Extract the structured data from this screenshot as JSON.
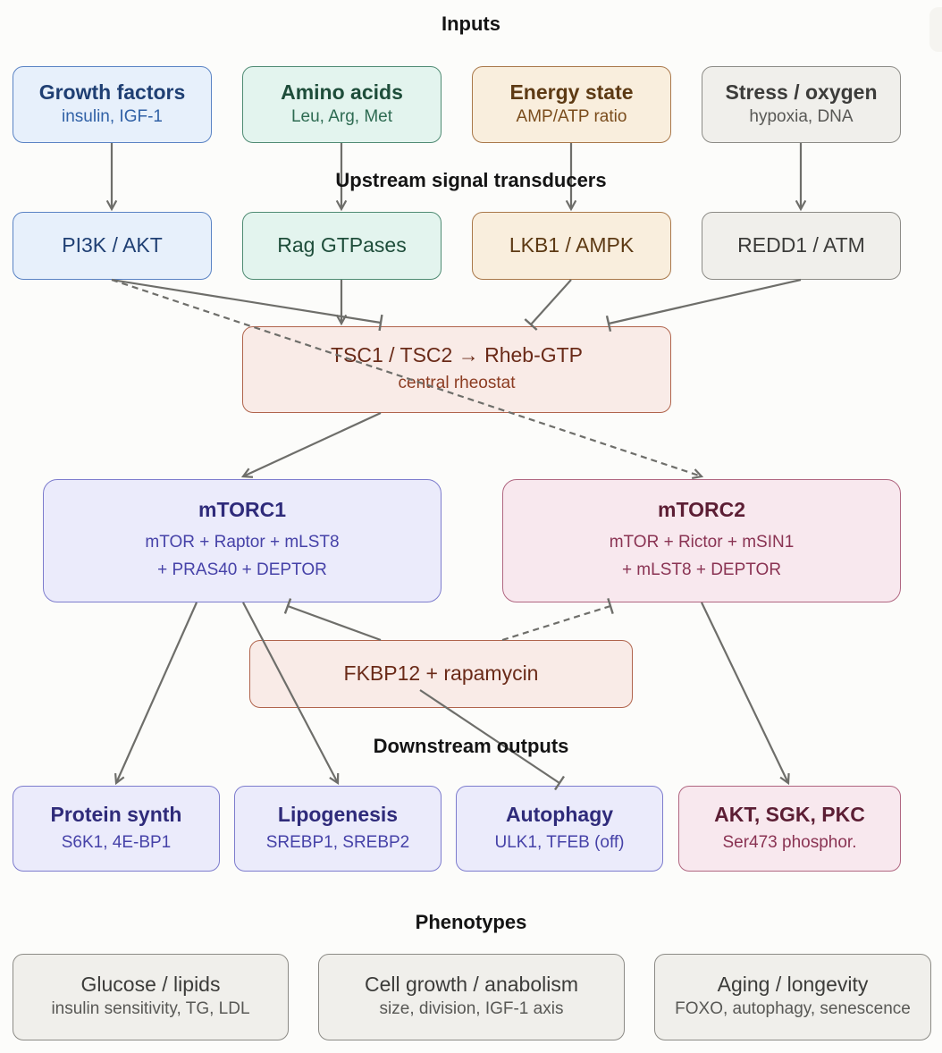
{
  "sections": {
    "inputs": "Inputs",
    "upstream": "Upstream signal transducers",
    "downstream": "Downstream outputs",
    "phenotypes": "Phenotypes"
  },
  "nodes": {
    "growth_factors": {
      "title": "Growth factors",
      "sub": "insulin, IGF-1"
    },
    "amino_acids": {
      "title": "Amino acids",
      "sub": "Leu, Arg, Met"
    },
    "energy_state": {
      "title": "Energy state",
      "sub": "AMP/ATP ratio"
    },
    "stress_oxygen": {
      "title": "Stress / oxygen",
      "sub": "hypoxia, DNA"
    },
    "pi3k_akt": {
      "title": "PI3K / AKT"
    },
    "rag_gtpases": {
      "title": "Rag GTPases"
    },
    "lkb1_ampk": {
      "title": "LKB1 / AMPK"
    },
    "redd1_atm": {
      "title": "REDD1 / ATM"
    },
    "tsc": {
      "title": "TSC1 / TSC2 → Rheb-GTP",
      "sub": "central rheostat"
    },
    "mtorc1": {
      "title": "mTORC1",
      "sub1": "mTOR + Raptor + mLST8",
      "sub2": "+ PRAS40 + DEPTOR"
    },
    "mtorc2": {
      "title": "mTORC2",
      "sub1": "mTOR + Rictor + mSIN1",
      "sub2": "+ mLST8 + DEPTOR"
    },
    "fkbp12": {
      "title": "FKBP12 + rapamycin"
    },
    "protein_synth": {
      "title": "Protein synth",
      "sub": "S6K1, 4E-BP1"
    },
    "lipogenesis": {
      "title": "Lipogenesis",
      "sub": "SREBP1, SREBP2"
    },
    "autophagy": {
      "title": "Autophagy",
      "sub": "ULK1, TFEB (off)"
    },
    "akt_sgk_pkc": {
      "title": "AKT, SGK, PKC",
      "sub": "Ser473 phosphor."
    },
    "glucose_lipids": {
      "title": "Glucose / lipids",
      "sub": "insulin sensitivity, TG, LDL"
    },
    "cell_growth": {
      "title": "Cell growth / anabolism",
      "sub": "size, division, IGF-1 axis"
    },
    "aging": {
      "title": "Aging / longevity",
      "sub": "FOXO, autophagy, senescence"
    }
  },
  "edges": [
    {
      "from": "growth_factors",
      "to": "pi3k_akt",
      "type": "activates",
      "style": "solid"
    },
    {
      "from": "amino_acids",
      "to": "rag_gtpases",
      "type": "activates",
      "style": "solid"
    },
    {
      "from": "energy_state",
      "to": "lkb1_ampk",
      "type": "activates",
      "style": "solid"
    },
    {
      "from": "stress_oxygen",
      "to": "redd1_atm",
      "type": "activates",
      "style": "solid"
    },
    {
      "from": "pi3k_akt",
      "to": "tsc",
      "type": "inhibits",
      "style": "solid"
    },
    {
      "from": "pi3k_akt",
      "to": "mtorc2",
      "type": "activates",
      "style": "dashed"
    },
    {
      "from": "rag_gtpases",
      "to": "tsc",
      "type": "activates",
      "style": "solid"
    },
    {
      "from": "lkb1_ampk",
      "to": "tsc",
      "type": "inhibits",
      "style": "solid"
    },
    {
      "from": "redd1_atm",
      "to": "tsc",
      "type": "inhibits",
      "style": "solid"
    },
    {
      "from": "tsc",
      "to": "mtorc1",
      "type": "activates",
      "style": "solid"
    },
    {
      "from": "fkbp12",
      "to": "mtorc1",
      "type": "inhibits",
      "style": "solid"
    },
    {
      "from": "fkbp12",
      "to": "mtorc2",
      "type": "inhibits",
      "style": "dashed"
    },
    {
      "from": "fkbp12",
      "to": "autophagy",
      "type": "inhibits",
      "style": "solid"
    },
    {
      "from": "mtorc1",
      "to": "protein_synth",
      "type": "activates",
      "style": "solid"
    },
    {
      "from": "mtorc1",
      "to": "lipogenesis",
      "type": "activates",
      "style": "solid"
    },
    {
      "from": "mtorc2",
      "to": "akt_sgk_pkc",
      "type": "activates",
      "style": "solid"
    }
  ]
}
